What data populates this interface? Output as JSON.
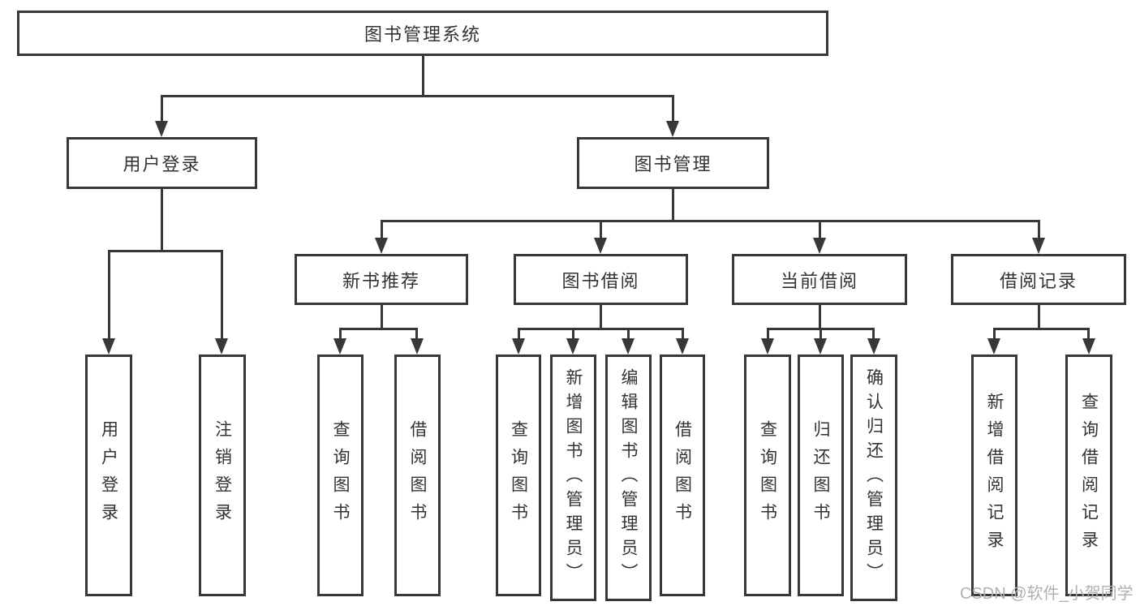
{
  "diagram": {
    "type": "hierarchy-tree",
    "watermark": "CSDN @软件_小贺同学",
    "colors": {
      "line": "#383838",
      "text": "#333333",
      "box_background": "#ffffff",
      "page_background": "#ffffff",
      "watermark": "#b0b0b0"
    },
    "tree": {
      "label": "图书管理系统",
      "children": [
        {
          "label": "用户登录",
          "children": [
            {
              "label": "用户登录"
            },
            {
              "label": "注销登录"
            }
          ]
        },
        {
          "label": "图书管理",
          "children": [
            {
              "label": "新书推荐",
              "children": [
                {
                  "label": "查询图书"
                },
                {
                  "label": "借阅图书"
                }
              ]
            },
            {
              "label": "图书借阅",
              "children": [
                {
                  "label": "查询图书"
                },
                {
                  "label": "新增图书（管理员）"
                },
                {
                  "label": "编辑图书（管理员）"
                },
                {
                  "label": "借阅图书"
                }
              ]
            },
            {
              "label": "当前借阅",
              "children": [
                {
                  "label": "查询图书"
                },
                {
                  "label": "归还图书"
                },
                {
                  "label": "确认归还（管理员）"
                }
              ]
            },
            {
              "label": "借阅记录",
              "children": [
                {
                  "label": "新增借阅记录"
                },
                {
                  "label": "查询借阅记录"
                }
              ]
            }
          ]
        }
      ]
    }
  }
}
